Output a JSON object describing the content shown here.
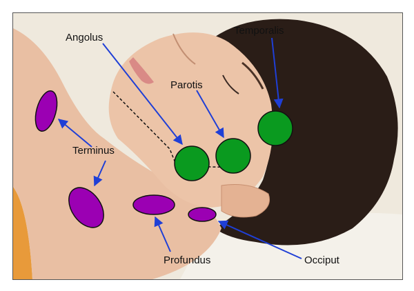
{
  "labels": {
    "angolus": "Angolus",
    "temporalis": "Temporalis",
    "parotis": "Parotis",
    "terminus": "Terminus",
    "profundus": "Profundus",
    "occiput": "Occiput"
  },
  "colors": {
    "green_node": "#0a9a1f",
    "purple_node": "#9b00b3",
    "arrow": "#1f3fd6",
    "outline": "#111111",
    "towel": "#e89a3a",
    "skin": "#e9bfa3",
    "hair": "#2a1d17",
    "background": "#efe9dd"
  }
}
